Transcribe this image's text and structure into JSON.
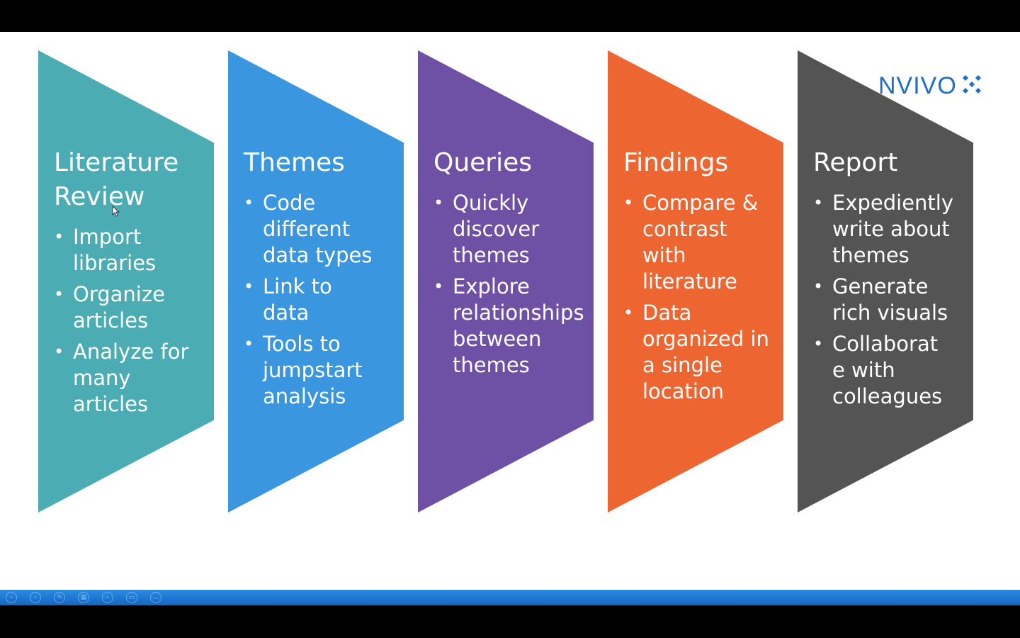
{
  "logo": {
    "text": "NVIVO",
    "brand_color": "#1d6fc4"
  },
  "panels": [
    {
      "title_lines": [
        "Literature",
        "Review"
      ],
      "color": "#4bacb3",
      "bullets": [
        [
          "Import",
          "libraries"
        ],
        [
          "Organize",
          "articles"
        ],
        [
          "Analyze for",
          "many",
          "articles"
        ]
      ]
    },
    {
      "title_lines": [
        "Themes"
      ],
      "color": "#3a96de",
      "bullets": [
        [
          "Code",
          "different",
          "data types"
        ],
        [
          "Link to",
          "data"
        ],
        [
          "Tools to",
          "jumpstart",
          "analysis"
        ]
      ]
    },
    {
      "title_lines": [
        "Queries"
      ],
      "color": "#6e50a4",
      "bullets": [
        [
          "Quickly",
          "discover",
          "themes"
        ],
        [
          "Explore",
          "relationships",
          "between",
          "themes"
        ]
      ]
    },
    {
      "title_lines": [
        "Findings"
      ],
      "color": "#ed6531",
      "bullets": [
        [
          "Compare &",
          "contrast",
          "with",
          "literature"
        ],
        [
          "Data",
          "organized in",
          "a single",
          "location"
        ]
      ]
    },
    {
      "title_lines": [
        "Report"
      ],
      "color": "#545454",
      "bullets": [
        [
          "Expediently",
          "write about",
          "themes"
        ],
        [
          "Generate",
          "rich visuals"
        ],
        [
          "Collaborat",
          "e with",
          "colleagues"
        ]
      ]
    }
  ],
  "playbar": {
    "controls": [
      "previous-icon",
      "next-icon",
      "pen-icon",
      "slides-icon",
      "zoom-icon",
      "subtitles-icon",
      "more-icon"
    ],
    "more_label": "..."
  }
}
